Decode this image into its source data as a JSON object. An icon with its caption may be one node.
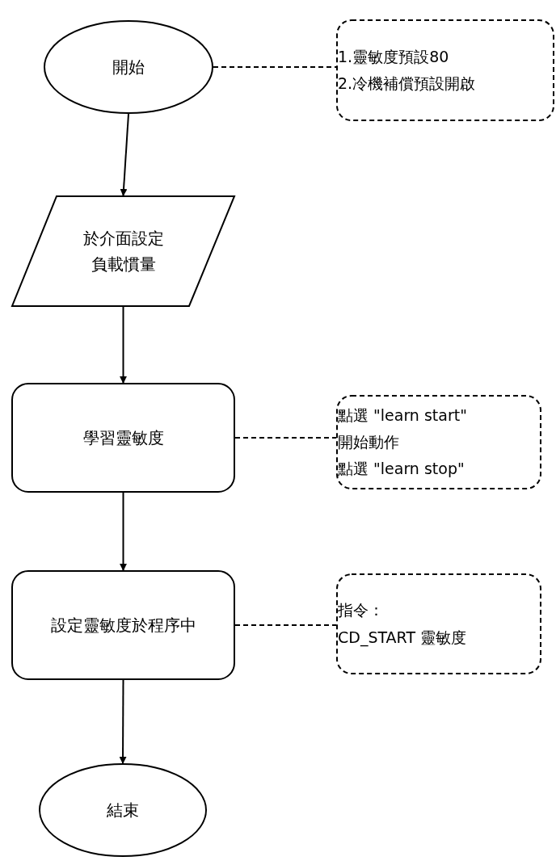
{
  "diagram": {
    "nodes": [
      {
        "text": [
          "開始"
        ]
      },
      {
        "text": [
          "1.靈敏度預設80",
          "2.冷機補償預設開啟"
        ]
      },
      {
        "text": [
          "於介面設定負載慣量"
        ]
      },
      {
        "text": [
          "學習靈敏度"
        ]
      },
      {
        "text": [
          "點選 \"learn start\"",
          "開始動作",
          "點選 \"learn stop\""
        ]
      },
      {
        "text": [
          "設定靈敏度於程序中"
        ]
      },
      {
        "text": [
          "指令：",
          "CD_START 靈敏度"
        ]
      },
      {
        "text": [
          "結束"
        ]
      }
    ],
    "edges": [
      {
        "from": 0,
        "to": 2,
        "arrow": "to"
      },
      {
        "from": 2,
        "to": 3,
        "arrow": "to"
      },
      {
        "from": 3,
        "to": 5,
        "arrow": "to"
      },
      {
        "from": 5,
        "to": 7,
        "arrow": "to"
      },
      {
        "from": 0,
        "to": 1,
        "arrow": "none",
        "style": "dashed"
      },
      {
        "from": 3,
        "to": 4,
        "arrow": "none",
        "style": "dashed"
      },
      {
        "from": 5,
        "to": 6,
        "arrow": "none",
        "style": "dashed"
      }
    ]
  }
}
